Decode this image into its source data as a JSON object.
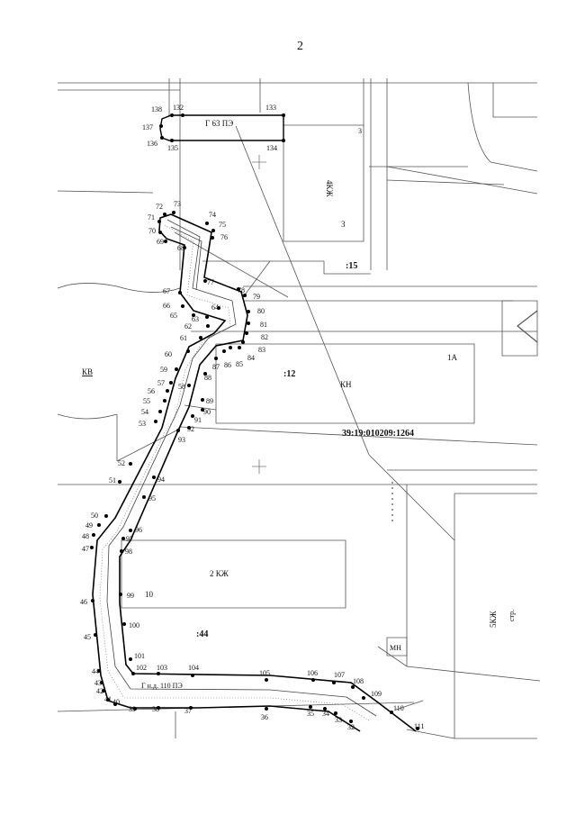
{
  "page_number": "2",
  "cadastral_number": "39:19:010209:1264",
  "labels": {
    "bld_4kzh": "4КЖ",
    "bld_4kzh_num": "3",
    "bld_4kzh_corner": "3",
    "parcel_15": ":15",
    "parcel_12": ":12",
    "kn": "КН",
    "label_1a": "1А",
    "kv": "КВ",
    "bld_2kzh": "2 КЖ",
    "bld_2kzh_num": "10",
    "parcel_44": ":44",
    "mn": "МН",
    "bld_5kzh": "5КЖ",
    "bld_5kzh_sub": "стр.",
    "top_pipe": "Г 63 ПЭ",
    "bottom_pipe": "Г н.д. 110 ПЭ"
  },
  "points": [
    {
      "n": "138"
    },
    {
      "n": "132"
    },
    {
      "n": "133"
    },
    {
      "n": "137"
    },
    {
      "n": "136"
    },
    {
      "n": "135"
    },
    {
      "n": "134"
    },
    {
      "n": "72"
    },
    {
      "n": "73"
    },
    {
      "n": "74"
    },
    {
      "n": "75"
    },
    {
      "n": "71"
    },
    {
      "n": "70"
    },
    {
      "n": "76"
    },
    {
      "n": "69"
    },
    {
      "n": "68"
    },
    {
      "n": "67"
    },
    {
      "n": "77"
    },
    {
      "n": "78"
    },
    {
      "n": "79"
    },
    {
      "n": "66"
    },
    {
      "n": "64"
    },
    {
      "n": "80"
    },
    {
      "n": "65"
    },
    {
      "n": "63"
    },
    {
      "n": "62"
    },
    {
      "n": "81"
    },
    {
      "n": "61"
    },
    {
      "n": "82"
    },
    {
      "n": "83"
    },
    {
      "n": "60"
    },
    {
      "n": "84"
    },
    {
      "n": "86"
    },
    {
      "n": "85"
    },
    {
      "n": "87"
    },
    {
      "n": "59"
    },
    {
      "n": "88"
    },
    {
      "n": "57"
    },
    {
      "n": "58"
    },
    {
      "n": "56"
    },
    {
      "n": "55"
    },
    {
      "n": "89"
    },
    {
      "n": "54"
    },
    {
      "n": "90"
    },
    {
      "n": "53"
    },
    {
      "n": "91"
    },
    {
      "n": "92"
    },
    {
      "n": "93"
    },
    {
      "n": "52"
    },
    {
      "n": "51"
    },
    {
      "n": "94"
    },
    {
      "n": "95"
    },
    {
      "n": "50"
    },
    {
      "n": "49"
    },
    {
      "n": "96"
    },
    {
      "n": "48"
    },
    {
      "n": "97"
    },
    {
      "n": "47"
    },
    {
      "n": "98"
    },
    {
      "n": "46"
    },
    {
      "n": "99"
    },
    {
      "n": "45"
    },
    {
      "n": "100"
    },
    {
      "n": "101"
    },
    {
      "n": "44"
    },
    {
      "n": "102"
    },
    {
      "n": "103"
    },
    {
      "n": "104"
    },
    {
      "n": "105"
    },
    {
      "n": "106"
    },
    {
      "n": "107"
    },
    {
      "n": "108"
    },
    {
      "n": "43"
    },
    {
      "n": "42"
    },
    {
      "n": "109"
    },
    {
      "n": "41"
    },
    {
      "n": "40"
    },
    {
      "n": "39"
    },
    {
      "n": "38"
    },
    {
      "n": "37"
    },
    {
      "n": "36"
    },
    {
      "n": "35"
    },
    {
      "n": "34"
    },
    {
      "n": "33"
    },
    {
      "n": "110"
    },
    {
      "n": "32"
    },
    {
      "n": "111"
    }
  ]
}
